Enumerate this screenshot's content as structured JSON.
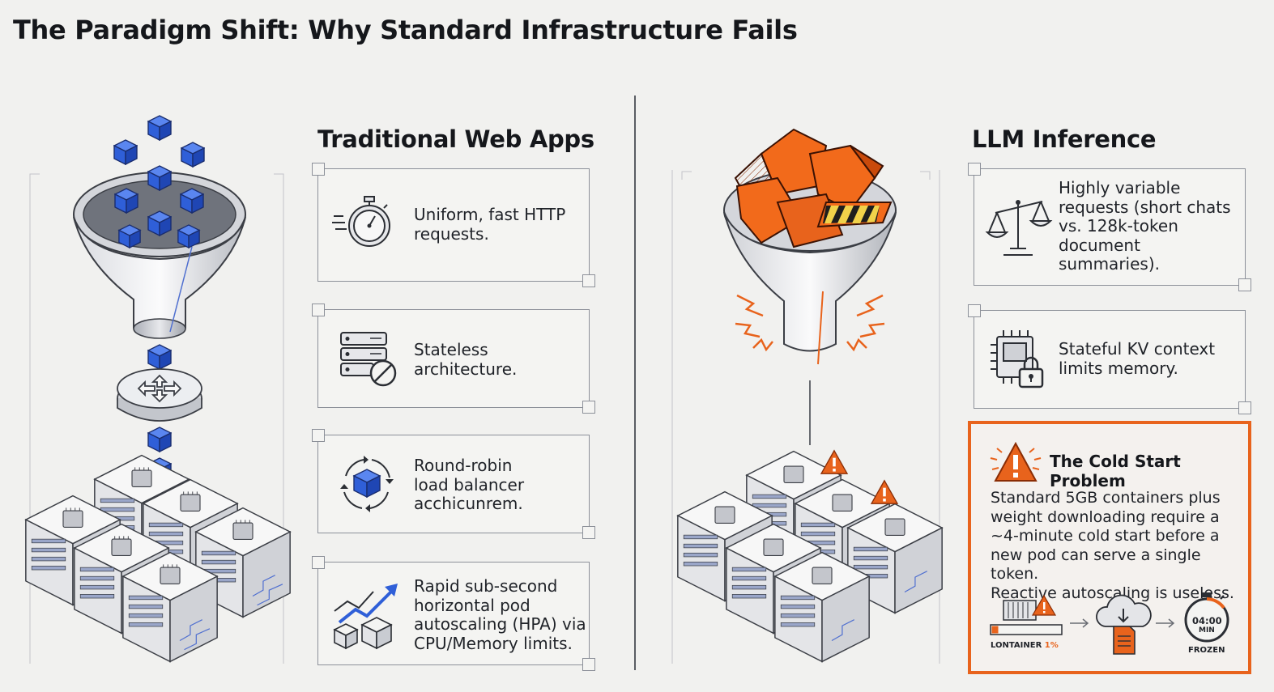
{
  "title": "The Paradigm Shift: Why Standard Infrastructure Fails",
  "left": {
    "heading": "Traditional Web Apps",
    "cards": [
      {
        "icon": "stopwatch-icon",
        "lines": [
          "Uniform, fast HTTP",
          "requests."
        ]
      },
      {
        "icon": "stateless-server-icon",
        "lines": [
          "Stateless",
          "architecture."
        ]
      },
      {
        "icon": "round-robin-icon",
        "lines": [
          "Round-robin",
          "load balancer",
          "acchicunrem."
        ]
      },
      {
        "icon": "scaling-chart-icon",
        "lines": [
          "Rapid sub-second",
          "horizontal pod",
          "autoscaling (HPA) via",
          "CPU/Memory limits."
        ]
      }
    ]
  },
  "right": {
    "heading": "LLM Inference",
    "cards": [
      {
        "icon": "balance-scale-icon",
        "lines": [
          "Highly variable",
          "requests (short chats",
          "vs. 128k-token",
          "document",
          "summaries)."
        ]
      },
      {
        "icon": "locked-chip-icon",
        "lines": [
          "Stateful KV context",
          "limits memory."
        ]
      }
    ],
    "cold_start": {
      "title": "The Cold Start Problem",
      "lines": [
        "Standard 5GB containers plus",
        "weight downloading require a",
        "~4-minute cold start before a",
        "new pod can serve a single token.",
        "Reactive autoscaling is useless."
      ],
      "container_label": "LONTAINER",
      "container_pct": "1%",
      "container_progress": 0.01,
      "timer_value": "04:00",
      "timer_unit": "MIN",
      "frozen_label": "FROZEN"
    }
  },
  "colors": {
    "accent_orange": "#e8631c",
    "accent_blue": "#2f5fd8",
    "frame": "#8c9099",
    "text": "#1f2228"
  }
}
